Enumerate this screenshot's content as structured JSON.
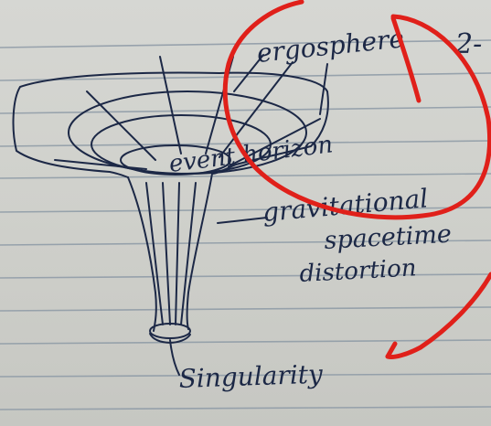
{
  "colors": {
    "paper": "#d2d3cf",
    "ruling": "#8d9aa6",
    "ink": "#1c2846",
    "annotation": "#e0201a"
  },
  "labels": {
    "ergosphere": "ergosphere",
    "event_horizon": "event horizon",
    "gravitational": "gravitational",
    "spacetime": "spacetime",
    "distortion": "distortion",
    "singularity": "Singularity",
    "page_mark": "2-"
  },
  "annotations": {
    "circle": "red-circle-around-ergosphere",
    "arrow": "red-arrow-pointer"
  }
}
